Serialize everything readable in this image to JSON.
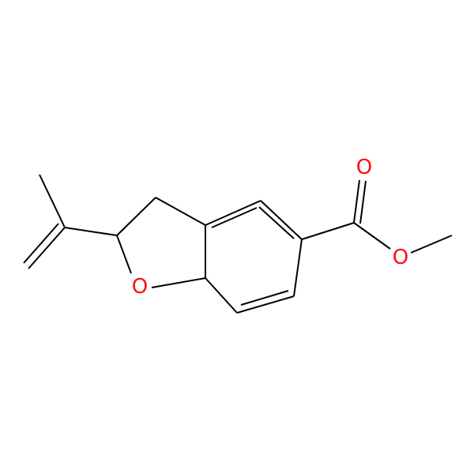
{
  "molecule": {
    "atoms": {
      "ring_oxygen": "O",
      "carbonyl_oxygen": "O",
      "ester_oxygen": "O"
    },
    "colors": {
      "bond": "#000000",
      "oxygen": "#ff0d0d",
      "background": "#ffffff"
    }
  }
}
